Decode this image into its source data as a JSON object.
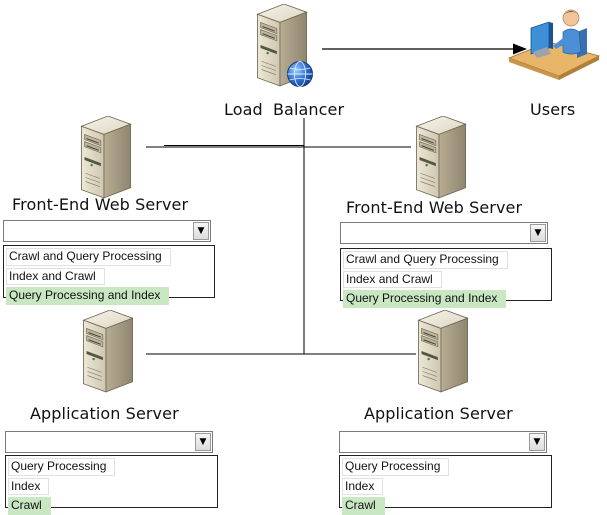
{
  "load_balancer": {
    "label": "Load  Balancer"
  },
  "users": {
    "label": "Users"
  },
  "front_end_left": {
    "label": "Front-End Web Server",
    "options": [
      "Crawl and Query Processing",
      "Index and Crawl",
      "Query Processing and Index"
    ],
    "highlighted": "Query Processing and Index"
  },
  "front_end_right": {
    "label": "Front-End Web Server",
    "options": [
      "Crawl and Query Processing",
      "Index and Crawl",
      "Query Processing and Index"
    ],
    "highlighted": "Query Processing and Index"
  },
  "app_left": {
    "label": "Application Server",
    "options": [
      "Query Processing",
      "Index",
      "Crawl"
    ],
    "highlighted": "Crawl"
  },
  "app_right": {
    "label": "Application Server",
    "options": [
      "Query Processing",
      "Index",
      "Crawl"
    ],
    "highlighted": "Crawl"
  },
  "colors": {
    "highlight": "#c9e7c3",
    "line": "#000000",
    "globe": "#2f6fd0",
    "desk": "#e8b668",
    "person_shirt": "#4d8fd6"
  },
  "icons": {
    "server": "server-tower-icon",
    "globe": "globe-icon",
    "users": "user-at-computer-icon",
    "dropdown": "chevron-down-icon"
  }
}
